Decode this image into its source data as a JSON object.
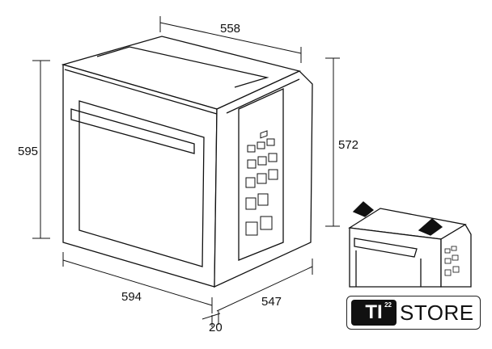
{
  "dimensions": {
    "width_top": "558",
    "height_front": "595",
    "height_side": "572",
    "width_front": "594",
    "depth_side": "547",
    "panel_thickness": "20"
  },
  "logo": {
    "badge": "TI",
    "superscript": "22",
    "text": "STORE"
  }
}
